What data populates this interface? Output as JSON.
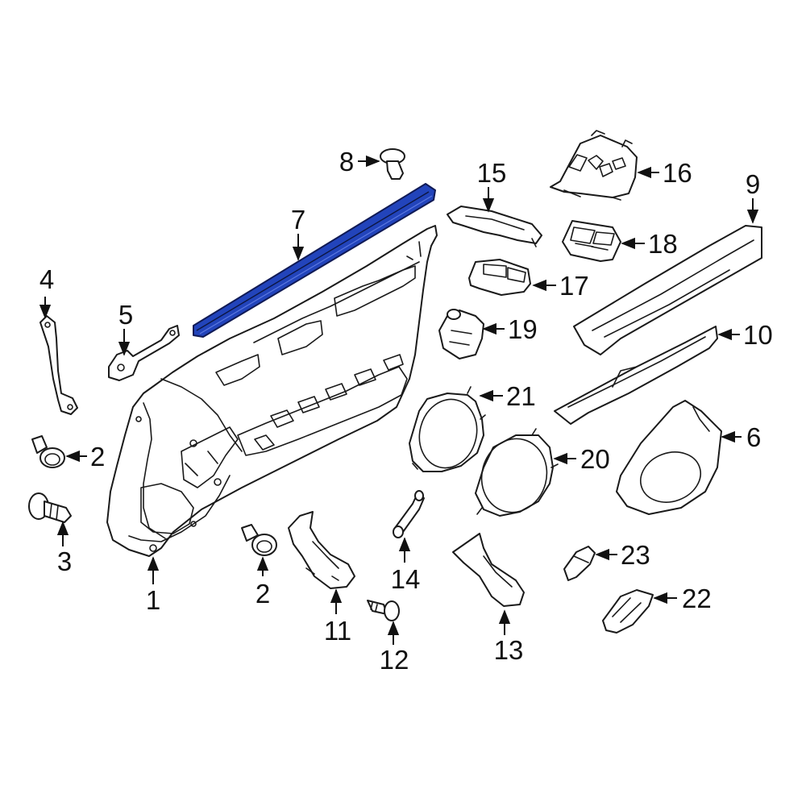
{
  "colors": {
    "line": "#1a1a1a",
    "highlight": "#2244bb",
    "background": "#ffffff"
  },
  "highlighted_part": "7",
  "callouts": [
    {
      "id": "c1",
      "label": "1"
    },
    {
      "id": "c2a",
      "label": "2"
    },
    {
      "id": "c2b",
      "label": "2"
    },
    {
      "id": "c3",
      "label": "3"
    },
    {
      "id": "c4",
      "label": "4"
    },
    {
      "id": "c5",
      "label": "5"
    },
    {
      "id": "c6",
      "label": "6"
    },
    {
      "id": "c7",
      "label": "7"
    },
    {
      "id": "c8",
      "label": "8"
    },
    {
      "id": "c9",
      "label": "9"
    },
    {
      "id": "c10",
      "label": "10"
    },
    {
      "id": "c11",
      "label": "11"
    },
    {
      "id": "c12",
      "label": "12"
    },
    {
      "id": "c13",
      "label": "13"
    },
    {
      "id": "c14",
      "label": "14"
    },
    {
      "id": "c15",
      "label": "15"
    },
    {
      "id": "c16",
      "label": "16"
    },
    {
      "id": "c17",
      "label": "17"
    },
    {
      "id": "c18",
      "label": "18"
    },
    {
      "id": "c19",
      "label": "19"
    },
    {
      "id": "c20",
      "label": "20"
    },
    {
      "id": "c21",
      "label": "21"
    },
    {
      "id": "c22",
      "label": "22"
    },
    {
      "id": "c23",
      "label": "23"
    }
  ]
}
